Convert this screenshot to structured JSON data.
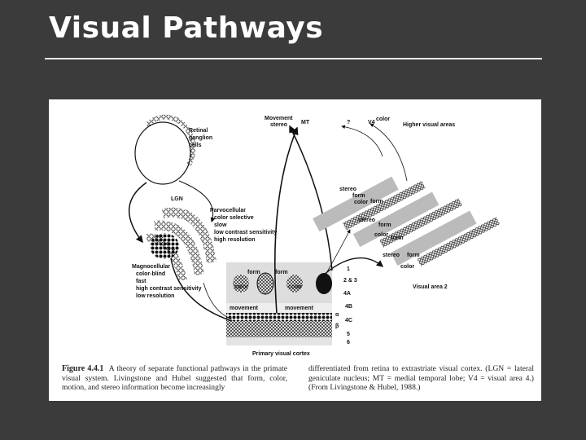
{
  "slide": {
    "title": "Visual Pathways"
  },
  "figure": {
    "labels": {
      "retinal": [
        "Retinal",
        "ganglion",
        "cells"
      ],
      "lgn": "LGN",
      "parvo": [
        "Parvocellular",
        "color selective",
        "slow",
        "low contrast sensitivity",
        "high resolution"
      ],
      "magno": [
        "Magnocellular",
        "color-blind",
        "fast",
        "high contrast sensitivity",
        "low resolution"
      ],
      "movement_stereo": [
        "Movement",
        "stereo"
      ],
      "mt": "MT",
      "question": "?",
      "v4": "V4",
      "v4_color": "color",
      "higher": "Higher visual areas",
      "layers": [
        "1",
        "2 & 3",
        "4A",
        "4B",
        "4C",
        "5",
        "6"
      ],
      "alpha": "α",
      "beta": "β",
      "form": "form",
      "color": "color",
      "movement": "movement",
      "stereo": "stereo",
      "v1": "Primary visual cortex",
      "v2": "Visual area 2"
    },
    "caption": {
      "figure_number": "Figure 4.4.1",
      "left": "A theory of separate functional pathways in the primate visual system. Livingstone and Hubel suggested that form, color, motion, and stereo information become increasingly",
      "right": "differentiated from retina to extrastriate visual cortex. (LGN = lateral geniculate nucleus; MT = medial temporal lobe; V4 = visual area 4.) (From Livingstone & Hubel, 1988.)"
    }
  }
}
